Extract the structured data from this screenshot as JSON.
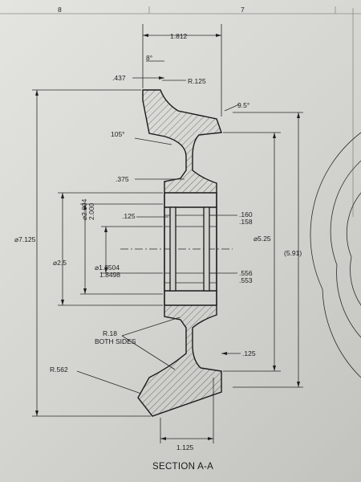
{
  "title": "SECTION A-A",
  "zone_marks": [
    "8",
    "7"
  ],
  "dimensions": {
    "overall_width": "1.812",
    "chamfer_angle": "8°",
    "lip": ".437",
    "top_radius": "R.125",
    "draft_angle": "9.5°",
    "web_angle": "105°",
    "web_thickness": ".375",
    "groove_offset": ".125",
    "groove_width_a": ".160",
    "groove_width_b": ".158",
    "bore_outer_max": "⌀2.004",
    "bore_outer_min": "2.000",
    "shoulder_dia": "⌀2.5",
    "bore_inner_max": "⌀1.8504",
    "bore_inner_min": "1.8498",
    "outer_dia": "⌀7.125",
    "hub_dia": "⌀5.25",
    "ref_dia": "(5.91)",
    "spacing_a": ".556",
    "spacing_b": ".553",
    "fillet_radius": "R.18",
    "fillet_note": "BOTH SIDES",
    "rim_offset": ".125",
    "bottom_radius": "R.562",
    "hub_width": "1.125"
  }
}
